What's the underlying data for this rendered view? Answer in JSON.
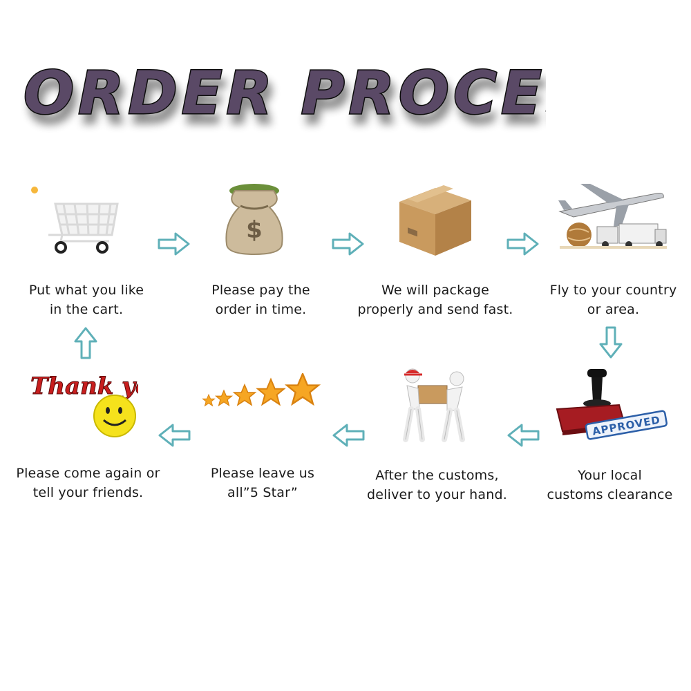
{
  "title": "ORDER PROCESS",
  "steps": [
    {
      "caption": "Put what you like\nin the cart.",
      "icon": "shopping-cart-icon"
    },
    {
      "caption": "Please pay the\norder in time.",
      "icon": "money-bag-icon"
    },
    {
      "caption": "We will  package\nproperly and send fast.",
      "icon": "cardboard-box-icon"
    },
    {
      "caption": "Fly to your country\nor area.",
      "icon": "airplane-truck-icon"
    },
    {
      "caption": "Your local\ncustoms clearance",
      "icon": "approved-stamp-icon"
    },
    {
      "caption": "After the customs,\ndeliver to your hand.",
      "icon": "delivery-men-icon"
    },
    {
      "caption": "Please leave us\nall”5 Star”",
      "icon": "five-stars-icon"
    },
    {
      "caption": "Please come again or\ntell your friends.",
      "icon": "thank-you-smiley-icon"
    }
  ],
  "stamp_text": "APPROVED",
  "thank_you_text": "Thank you!",
  "colors": {
    "title_fill": "#5a4a66",
    "arrow": "#5fb0b8",
    "star": "#f6a623"
  }
}
